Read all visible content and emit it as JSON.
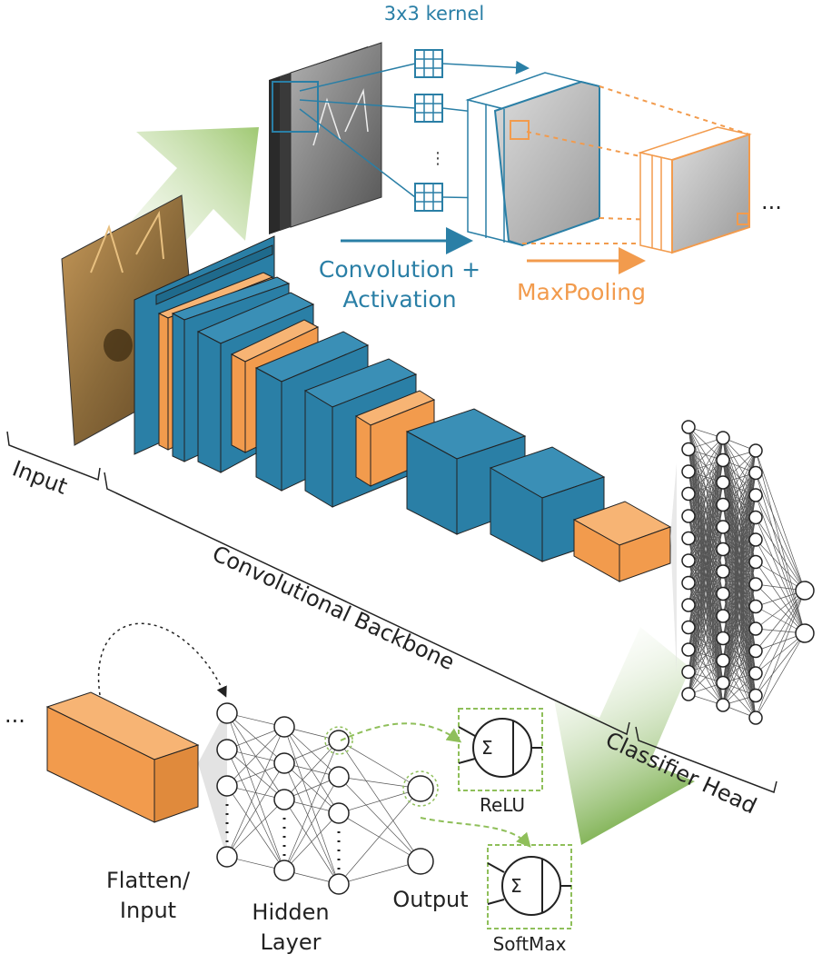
{
  "colors": {
    "blue": "#2a7fa6",
    "blue_dark": "#1f6a8c",
    "orange": "#f29b4d",
    "green": "#8fbf5a",
    "line": "#222222"
  },
  "top": {
    "kernel_label": "3x3 kernel",
    "conv_label_1": "Convolution +",
    "conv_label_2": "Activation",
    "pool_label": "MaxPooling",
    "ellipsis": "..."
  },
  "labels": {
    "input": "Input",
    "backbone": "Convolutional Backbone",
    "classifier": "Classifier Head",
    "flatten_1": "Flatten/",
    "flatten_2": "Input",
    "hidden_1": "Hidden",
    "hidden_2": "Layer",
    "output": "Output",
    "relu": "ReLU",
    "softmax": "SoftMax",
    "left_ellipsis": "..."
  },
  "icons": {
    "image": "cat-photo",
    "kernel": "grid-cube-icon",
    "neuron": "neuron-circle-icon",
    "activation": "sigma-activation-icon"
  }
}
